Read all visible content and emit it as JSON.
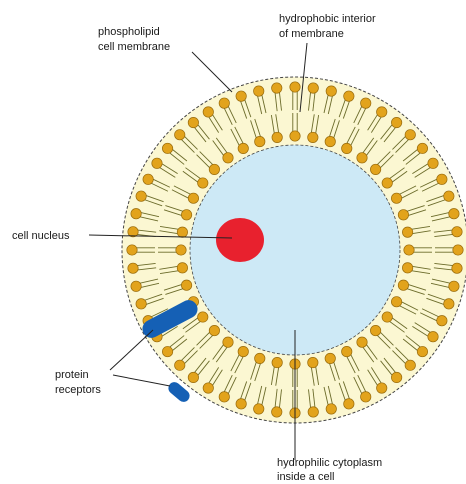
{
  "labels": {
    "phospholipid_line1": "phospholipid",
    "phospholipid_line2": "cell membrane",
    "hydrophobic_line1": "hydrophobic interior",
    "hydrophobic_line2": "of membrane",
    "nucleus": "cell nucleus",
    "protein_line1": "protein",
    "protein_line2": "receptors",
    "cytoplasm_line1": "hydrophilic cytoplasm",
    "cytoplasm_line2": "inside a cell"
  },
  "colors": {
    "membrane_fill": "#fbf7d2",
    "cytoplasm_fill": "#cde9f6",
    "lipid_head": "#e2a31c",
    "lipid_head_stroke": "#9a6c0c",
    "lipid_tail": "#6b6b2a",
    "nucleus": "#e8212e",
    "protein": "#1560b5",
    "leader_line": "#222222"
  }
}
